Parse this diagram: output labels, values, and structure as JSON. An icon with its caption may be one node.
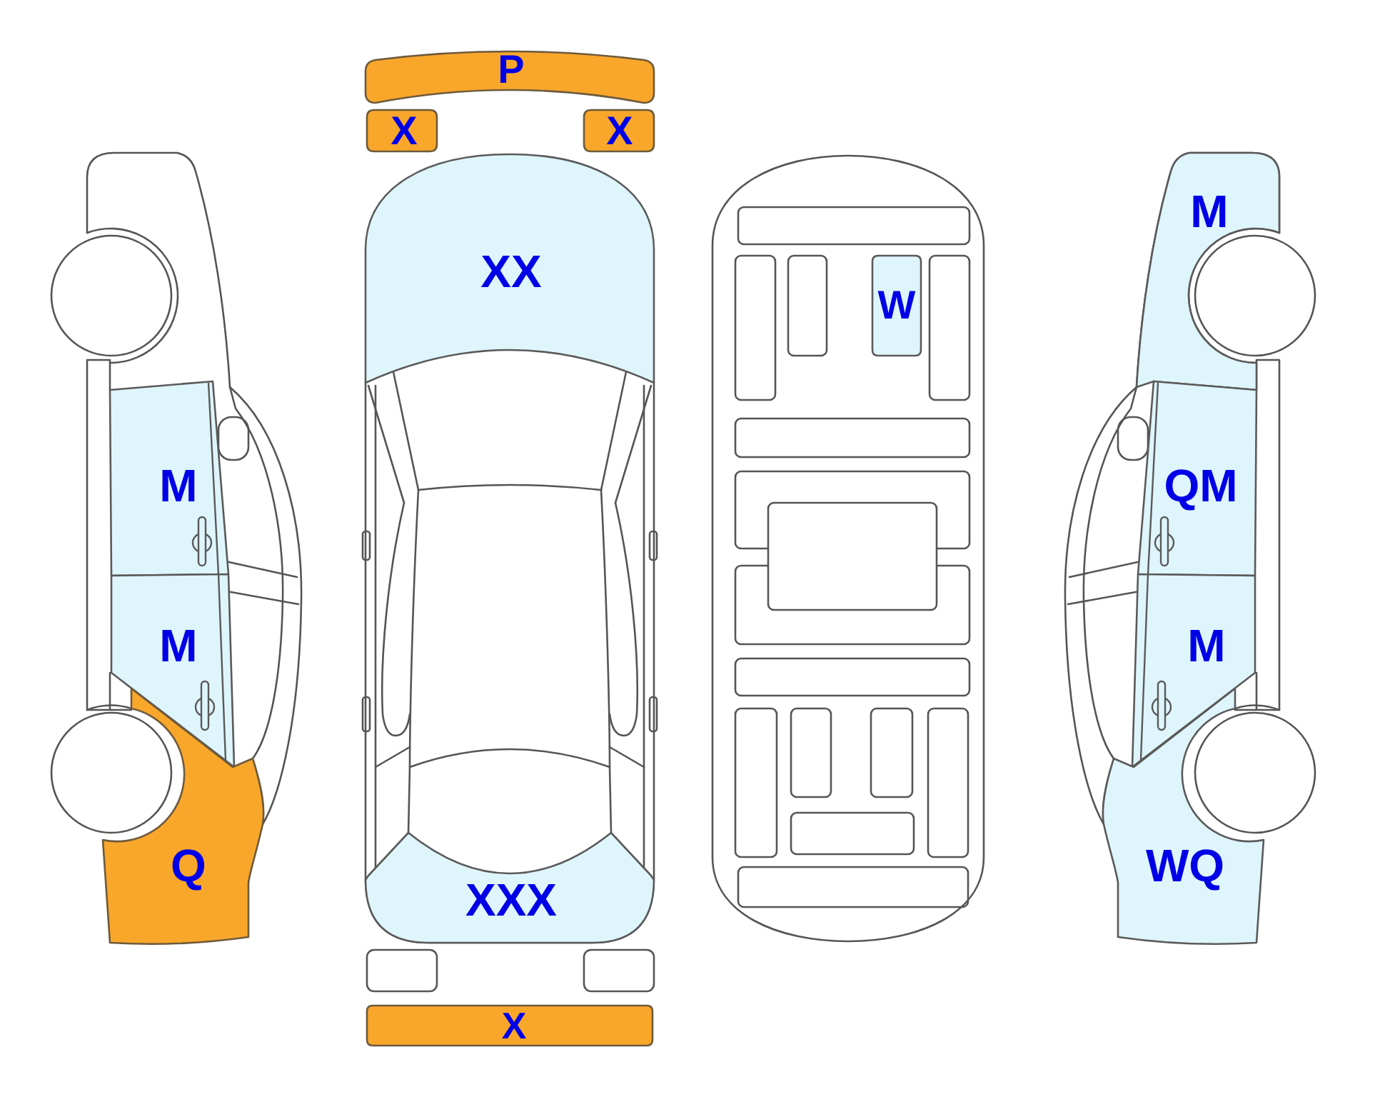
{
  "diagram": {
    "nodes": [
      {
        "text": [
          "M"
        ]
      },
      {
        "text": [
          "M"
        ]
      },
      {
        "text": [
          "Q"
        ]
      },
      {
        "text": [
          "P"
        ]
      },
      {
        "text": [
          "X"
        ]
      },
      {
        "text": [
          "X"
        ]
      },
      {
        "text": [
          "XX"
        ]
      },
      {
        "text": [
          "XXX"
        ]
      },
      {
        "text": [
          "X"
        ]
      },
      {
        "text": [
          "W"
        ]
      },
      {
        "text": [
          "M"
        ]
      },
      {
        "text": [
          "QM"
        ]
      },
      {
        "text": [
          "M"
        ]
      },
      {
        "text": [
          "WQ"
        ]
      }
    ]
  }
}
